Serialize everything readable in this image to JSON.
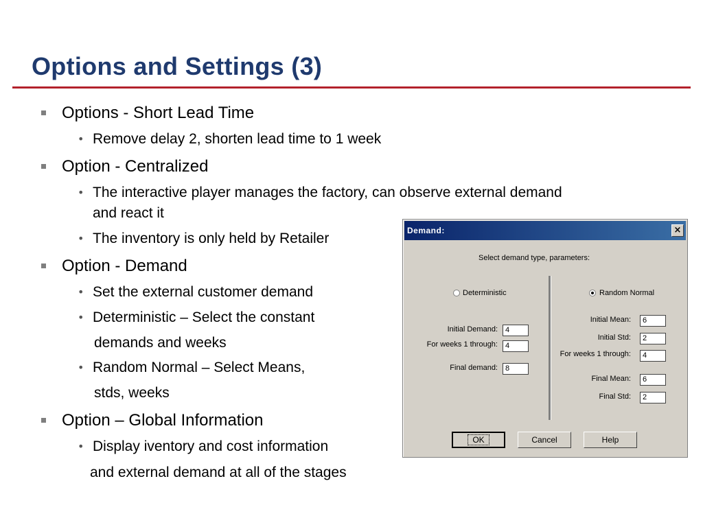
{
  "slide": {
    "title": "Options and Settings (3)",
    "bullets": {
      "short_lead_time": "Options - Short Lead Time",
      "short_lead_time_sub1": "Remove delay 2, shorten lead time to 1 week",
      "centralized": "Option - Centralized",
      "centralized_sub1_line1": "The interactive player manages the factory, can observe external demand",
      "centralized_sub1_line2": "and react it",
      "centralized_sub2": "The inventory is only held by Retailer",
      "demand": "Option - Demand",
      "demand_sub1": "Set the external customer demand",
      "demand_sub2_line1": "Deterministic – Select the constant",
      "demand_sub2_line2": "demands and weeks",
      "demand_sub3_line1": "Random Normal – Select Means,",
      "demand_sub3_line2": "stds, weeks",
      "global_info": "Option – Global Information",
      "global_info_sub1_line1": "Display iventory and cost information",
      "global_info_sub1_line2": "and external demand at all of the stages"
    }
  },
  "dialog": {
    "title": "Demand:",
    "close_glyph": "×",
    "instruction": "Select demand type, parameters:",
    "deterministic": {
      "label": "Deterministic",
      "selected": false,
      "initial_demand_label": "Initial Demand:",
      "initial_demand_value": "4",
      "weeks_through_label": "For weeks 1 through:",
      "weeks_through_value": "4",
      "final_demand_label": "Final demand:",
      "final_demand_value": "8"
    },
    "random_normal": {
      "label": "Random Normal",
      "selected": true,
      "initial_mean_label": "Initial Mean:",
      "initial_mean_value": "6",
      "initial_std_label": "Initial Std:",
      "initial_std_value": "2",
      "weeks_through_label": "For weeks 1 through:",
      "weeks_through_value": "4",
      "final_mean_label": "Final Mean:",
      "final_mean_value": "6",
      "final_std_label": "Final Std:",
      "final_std_value": "2"
    },
    "buttons": {
      "ok": "OK",
      "cancel": "Cancel",
      "help": "Help"
    }
  },
  "colors": {
    "title": "#1f3a6e",
    "rule": "#b3212b",
    "titlebar_start": "#0a246a",
    "titlebar_end": "#3a6ea5",
    "dialog_face": "#d4d0c8"
  }
}
